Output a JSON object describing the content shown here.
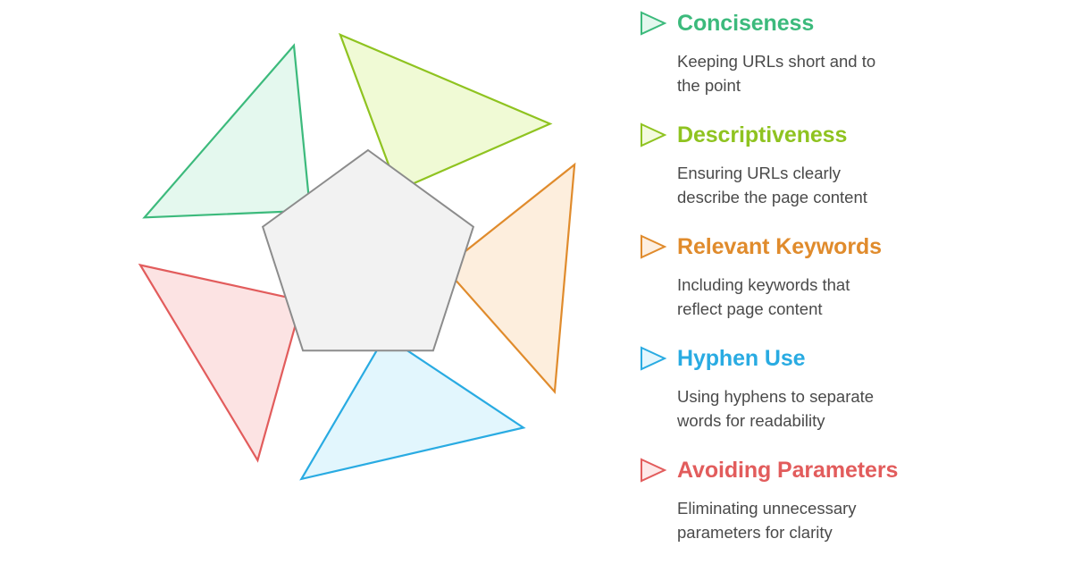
{
  "diagram": {
    "center_shape": {
      "name": "pentagon",
      "fill": "#f2f2f2",
      "stroke": "#8c8c8c"
    },
    "petals": [
      {
        "key": "conciseness",
        "color": "#3cba7c",
        "fill": "#e4f8ee",
        "angle": -36
      },
      {
        "key": "descriptiveness",
        "color": "#8fc320",
        "fill": "#f0fad5",
        "angle": 36
      },
      {
        "key": "relevant-keywords",
        "color": "#e08b2c",
        "fill": "#fdeedd",
        "angle": 108
      },
      {
        "key": "hyphen-use",
        "color": "#29abe2",
        "fill": "#e2f6fd",
        "angle": 180
      },
      {
        "key": "avoiding-parameters",
        "color": "#e25c5c",
        "fill": "#fce3e3",
        "angle": 252
      }
    ]
  },
  "legend": {
    "items": [
      {
        "title": "Conciseness",
        "color": "#3cba7c",
        "fill": "#e4f8ee",
        "icon": "play-triangle-icon",
        "desc_line1": "Keeping URLs short and to",
        "desc_line2": "the point"
      },
      {
        "title": "Descriptiveness",
        "color": "#8fc320",
        "fill": "#f3fadf",
        "icon": "play-triangle-icon",
        "desc_line1": "Ensuring URLs clearly",
        "desc_line2": "describe the page content"
      },
      {
        "title": "Relevant Keywords",
        "color": "#e08b2c",
        "fill": "#fdefe1",
        "icon": "play-triangle-icon",
        "desc_line1": "Including keywords that",
        "desc_line2": "reflect page content"
      },
      {
        "title": "Hyphen Use",
        "color": "#29abe2",
        "fill": "#e4f6fd",
        "icon": "play-triangle-icon",
        "desc_line1": "Using hyphens to separate",
        "desc_line2": "words for readability"
      },
      {
        "title": "Avoiding Parameters",
        "color": "#e25c5c",
        "fill": "#fde8e8",
        "icon": "play-triangle-icon",
        "desc_line1": "Eliminating unnecessary",
        "desc_line2": "parameters for clarity"
      }
    ]
  }
}
